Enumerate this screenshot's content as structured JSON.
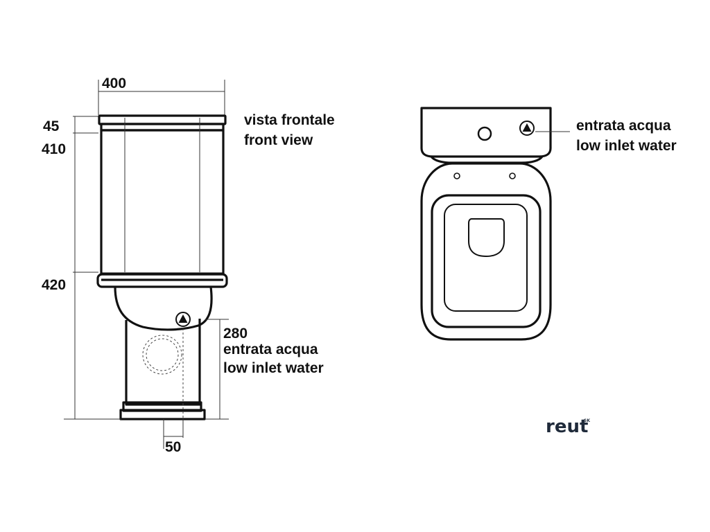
{
  "front_view": {
    "title_it": "vista frontale",
    "title_en": "front view",
    "inlet_label_it": "entrata acqua",
    "inlet_label_en": "low inlet water",
    "dimensions": {
      "total_width": "400",
      "lid_height": "45",
      "tank_height": "410",
      "bowl_height": "420",
      "inlet_height": "280",
      "outlet_offset": "50"
    }
  },
  "top_view": {
    "inlet_label_it": "entrata acqua",
    "inlet_label_en": "low inlet water"
  },
  "brand": {
    "name": "reut",
    "superscript": "SK"
  },
  "colors": {
    "line": "#111111",
    "brand": "#1f2a3a",
    "background": "#ffffff"
  }
}
